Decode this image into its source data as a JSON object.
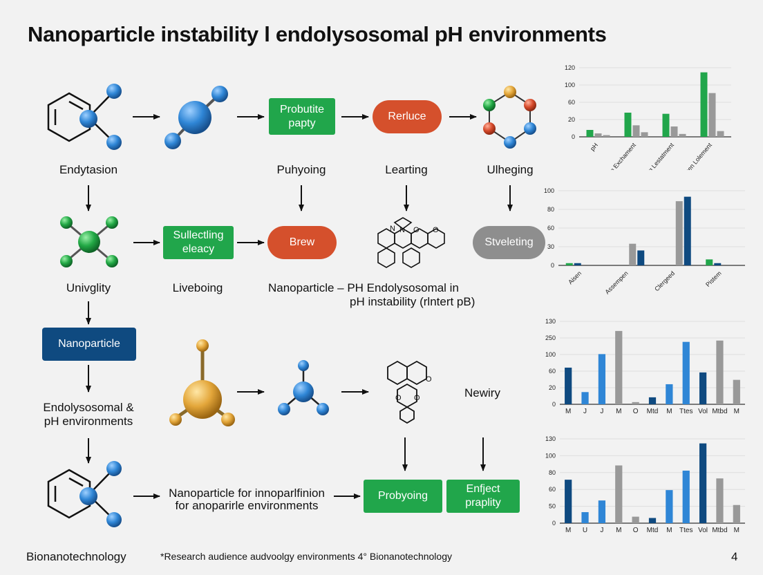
{
  "title": "Nanoparticle instability l endolysosomal pH environments",
  "row1": {
    "labels": [
      "Endytasion",
      "Puhyoing",
      "Learting",
      "Ulheging"
    ],
    "box_green": "Probutite papty",
    "box_red": "Rerluce"
  },
  "row2": {
    "box_green": "Sullectling eleacy",
    "box_red": "Brew",
    "box_grey": "Stveleting",
    "labels": [
      "Univglity",
      "Liveboing"
    ],
    "caption_line1": "Nanoparticle – PH Endolysosomal in",
    "caption_line2": "pH instability (rlntert pB)"
  },
  "row3": {
    "box_navy": "Nanoparticle",
    "label_line1": "Endolysosomal &",
    "label_line2": "pH environments",
    "label_right": "Newiry"
  },
  "row4": {
    "caption_line1": "Nanoparticle for innoparlfinion",
    "caption_line2": "for anoparirle environments",
    "box_green1": "Probyoing",
    "box_green2": "Enfject praplity"
  },
  "footer": {
    "left": "Bionanotechnology",
    "center": "*Research audience audvoolgy environments 4° Bionanotechnology",
    "page": "4"
  },
  "colors": {
    "green": "#21a64b",
    "red": "#d5502c",
    "grey": "#8e8e8e",
    "navy": "#0f4a80",
    "blue": "#2f86d6",
    "dark_blue": "#0f4a80",
    "gold": "#e3a63a"
  },
  "chart_data": [
    {
      "type": "bar",
      "categories": [
        "pH",
        "Prerecen Exchament",
        "Prashelling Lestatment",
        "PH Alken Lolement"
      ],
      "series": [
        {
          "color": "#21a64b",
          "values": [
            12,
            42,
            40,
            112
          ]
        },
        {
          "color": "#999999",
          "values": [
            6,
            20,
            18,
            76
          ]
        },
        {
          "color": "#999999",
          "values": [
            3,
            8,
            5,
            10
          ]
        }
      ],
      "yticks": [
        0,
        20,
        60,
        100,
        120
      ],
      "ylim": [
        0,
        120
      ]
    },
    {
      "type": "bar",
      "categories": [
        "Aisen",
        "Assempen",
        "Clergeed",
        "Pistem"
      ],
      "series": [
        {
          "color": "#21a64b",
          "values": [
            3,
            0,
            0,
            8
          ]
        },
        {
          "color": "#0f4a80",
          "values": [
            3,
            0,
            0,
            3
          ]
        },
        {
          "color": "#999999",
          "values": [
            0,
            29,
            86,
            0
          ]
        },
        {
          "color": "#0f4a80",
          "values": [
            0,
            20,
            92,
            0
          ]
        }
      ],
      "yticks": [
        0,
        30,
        60,
        80,
        100
      ],
      "ylim": [
        0,
        100
      ]
    },
    {
      "type": "bar",
      "categories": [
        "M",
        "J",
        "J",
        "M",
        "O",
        "Mtd",
        "M",
        "Ttes",
        "Vol",
        "Mtbd",
        "M"
      ],
      "values": [
        84,
        28,
        115,
        168,
        5,
        16,
        46,
        143,
        73,
        146,
        56
      ],
      "colors": [
        "#0f4a80",
        "#2f86d6",
        "#2f86d6",
        "#999999",
        "#999999",
        "#0f4a80",
        "#2f86d6",
        "#2f86d6",
        "#0f4a80",
        "#999999",
        "#999999"
      ],
      "yticks": [
        0,
        20,
        60,
        100,
        250,
        130
      ],
      "ylim": [
        0,
        190
      ]
    },
    {
      "type": "bar",
      "categories": [
        "M",
        "U",
        "J",
        "M",
        "O",
        "Mtd",
        "M",
        "Ttes",
        "Vol",
        "Mtbd",
        "M"
      ],
      "values": [
        67,
        17,
        35,
        89,
        10,
        8,
        51,
        81,
        123,
        69,
        28
      ],
      "colors": [
        "#0f4a80",
        "#2f86d6",
        "#2f86d6",
        "#999999",
        "#999999",
        "#0f4a80",
        "#2f86d6",
        "#2f86d6",
        "#0f4a80",
        "#999999",
        "#999999"
      ],
      "yticks": [
        0,
        50,
        60,
        80,
        100,
        130
      ],
      "ylim": [
        0,
        130
      ]
    }
  ]
}
